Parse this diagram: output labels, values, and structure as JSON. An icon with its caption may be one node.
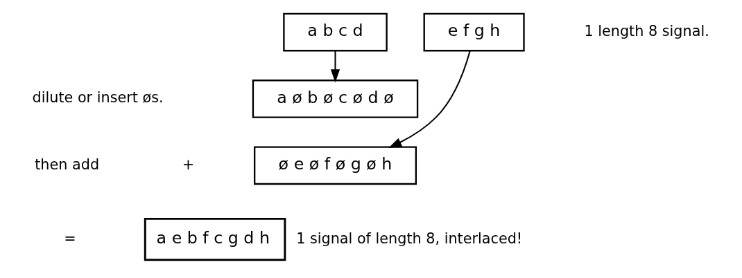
{
  "diagram": {
    "nodes": [
      {
        "text": [
          "a b c d"
        ]
      },
      {
        "text": [
          "e f g h"
        ]
      },
      {
        "text": [
          "a ø b ø c ø d ø"
        ]
      },
      {
        "text": [
          "ø e ø f ø g ø h"
        ]
      },
      {
        "text": [
          "a e b f c g d h"
        ],
        "beside": [
          "1 signal of length 8, interlaced!"
        ]
      }
    ],
    "edges": [
      {
        "from": 0,
        "to": 2,
        "arrow": "to"
      },
      {
        "from": 1,
        "to": 3,
        "arrow": "to"
      }
    ],
    "labels": [
      "1 length 8 signal.",
      "dilute or insert øs.",
      "then add",
      "+",
      "="
    ]
  }
}
